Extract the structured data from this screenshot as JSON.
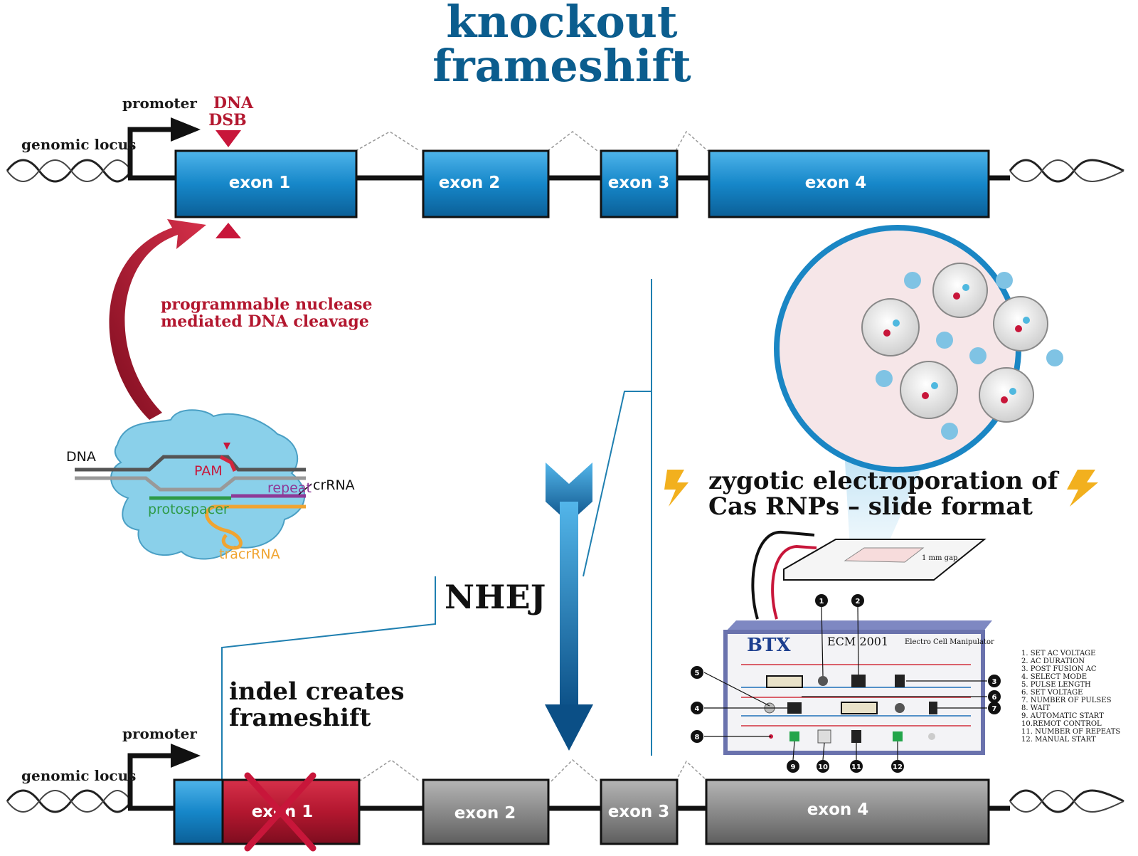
{
  "title": {
    "line1": "knockout",
    "line2": "frameshift"
  },
  "top_locus": {
    "promoter_label": "promoter",
    "genomic_locus_label": "genomic locus",
    "dsb_line1": "DNA",
    "dsb_line2": "DSB",
    "exons": [
      "exon 1",
      "exon 2",
      "exon 3",
      "exon 4"
    ]
  },
  "nuclease": {
    "line1": "programmable nuclease",
    "line2": "mediated DNA cleavage"
  },
  "cas_complex": {
    "dna": "DNA",
    "pam": "PAM",
    "repeat": "repeat",
    "crrna": "crRNA",
    "protospacer": "protospacer",
    "tracrrna": "tracrRNA"
  },
  "nhej_label": "NHEJ",
  "indel": {
    "line1": "indel creates",
    "line2": "frameshift"
  },
  "bottom_locus": {
    "promoter_label": "promoter",
    "genomic_locus_label": "genomic locus",
    "exons": [
      "exon 1",
      "exon 2",
      "exon 3",
      "exon 4"
    ]
  },
  "electroporation": {
    "line1": "zygotic electroporation of",
    "line2": "Cas RNPs – slide format",
    "gap_label": "1 mm gap"
  },
  "device": {
    "brand": "BTX",
    "model": "ECM 2001",
    "subtitle": "Electro Cell Manipulator",
    "callouts": [
      "1",
      "2",
      "3",
      "4",
      "5",
      "6",
      "7",
      "8",
      "9",
      "10",
      "11",
      "12"
    ],
    "legend": [
      "1. SET AC VOLTAGE",
      "2. AC DURATION",
      "3. POST FUSION AC",
      "4. SELECT MODE",
      "5. PULSE LENGTH",
      "6. SET VOLTAGE",
      "7. NUMBER OF PULSES",
      "8. WAIT",
      "9. AUTOMATIC START",
      "10.REMOT CONTROL",
      "11. NUMBER OF REPEATS",
      "12. MANUAL START"
    ]
  },
  "colors": {
    "title_blue": "#0b5d8e",
    "exon_blue": "#1687c9",
    "knockout_red": "#b3172f",
    "exon_grey": "#8a8a8a"
  }
}
